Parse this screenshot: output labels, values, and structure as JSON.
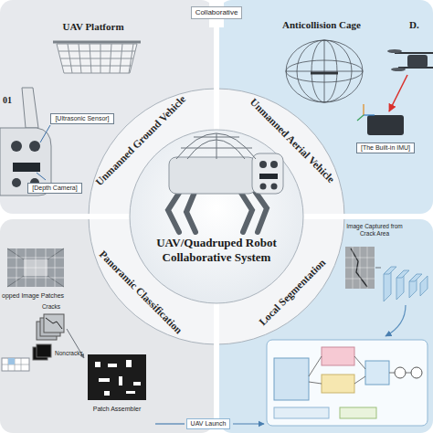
{
  "diagram": {
    "nodes": [
      {
        "text": [
          "UAV/Quadruped Robot Collaborative System"
        ]
      },
      {
        "text": [
          "Unmanned Ground Vehicle"
        ]
      },
      {
        "text": [
          "Unmanned Aerial Vehicle"
        ]
      },
      {
        "text": [
          "Panoramic Classification"
        ]
      },
      {
        "text": [
          "Local Segmentation"
        ]
      },
      {
        "text": [
          "Collaborative"
        ]
      },
      {
        "text": [
          "UAV Launch"
        ]
      },
      {
        "text": [
          "[Ultrasonic Sensor]"
        ]
      },
      {
        "text": [
          "[Depth Camera]"
        ]
      },
      {
        "text": [
          "[The Built-in IMU]"
        ]
      }
    ],
    "labels": [
      "UAV Platform",
      "01",
      "Anticollision Cage",
      "D.",
      "opped Image Patches",
      "Cracks",
      "Noncracks",
      "Patch Assembler",
      "Image Captured from Crack Area"
    ]
  }
}
